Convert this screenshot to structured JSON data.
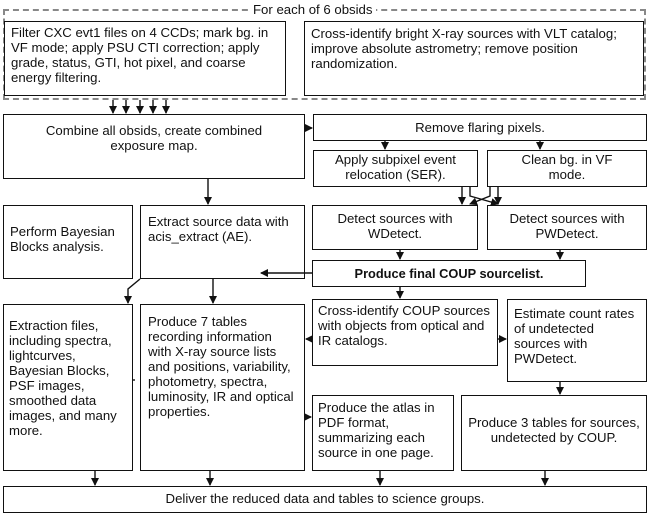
{
  "group_label": "For each of 6 obsids",
  "nodes": {
    "filter": "Filter CXC evt1 files on 4 CCDs; mark bg. in VF mode; apply PSU CTI correction;  apply grade, status, GTI, hot pixel, and coarse energy filtering.",
    "crossid_vlt": "Cross-identify bright X-ray sources with VLT catalog; improve absolute astrometry; remove position randomization.",
    "combine": "Combine all obsids, create combined exposure map.",
    "remove_flaring": "Remove flaring pixels.",
    "ser": "Apply subpixel event relocation (SER).",
    "clean_bg": "Clean bg. in VF mode.",
    "bayesian": "Perform Bayesian Blocks analysis.",
    "extract": "Extract source data with acis_extract (AE).",
    "wdetect": "Detect sources with WDetect.",
    "pwdetect": "Detect sources with PWDetect.",
    "final_list": "Produce final COUP sourcelist.",
    "extraction_files": "Extraction files, including spectra, lightcurves, Bayesian Blocks, PSF images, smoothed data images, and many more.",
    "seven_tables": "Produce 7 tables recording information with X-ray source lists and positions, variability, photometry, spectra, luminosity,  IR and optical properties.",
    "crossid_coup": "Cross-identify COUP sources with objects from optical and IR catalogs.",
    "estimate": "Estimate count rates of undetected sources with PWDetect.",
    "atlas": "Produce the atlas in PDF format, summarizing each source in one page.",
    "three_tables": "Produce 3 tables for sources, undetected by COUP.",
    "deliver": "Deliver the reduced data and tables to science groups."
  }
}
